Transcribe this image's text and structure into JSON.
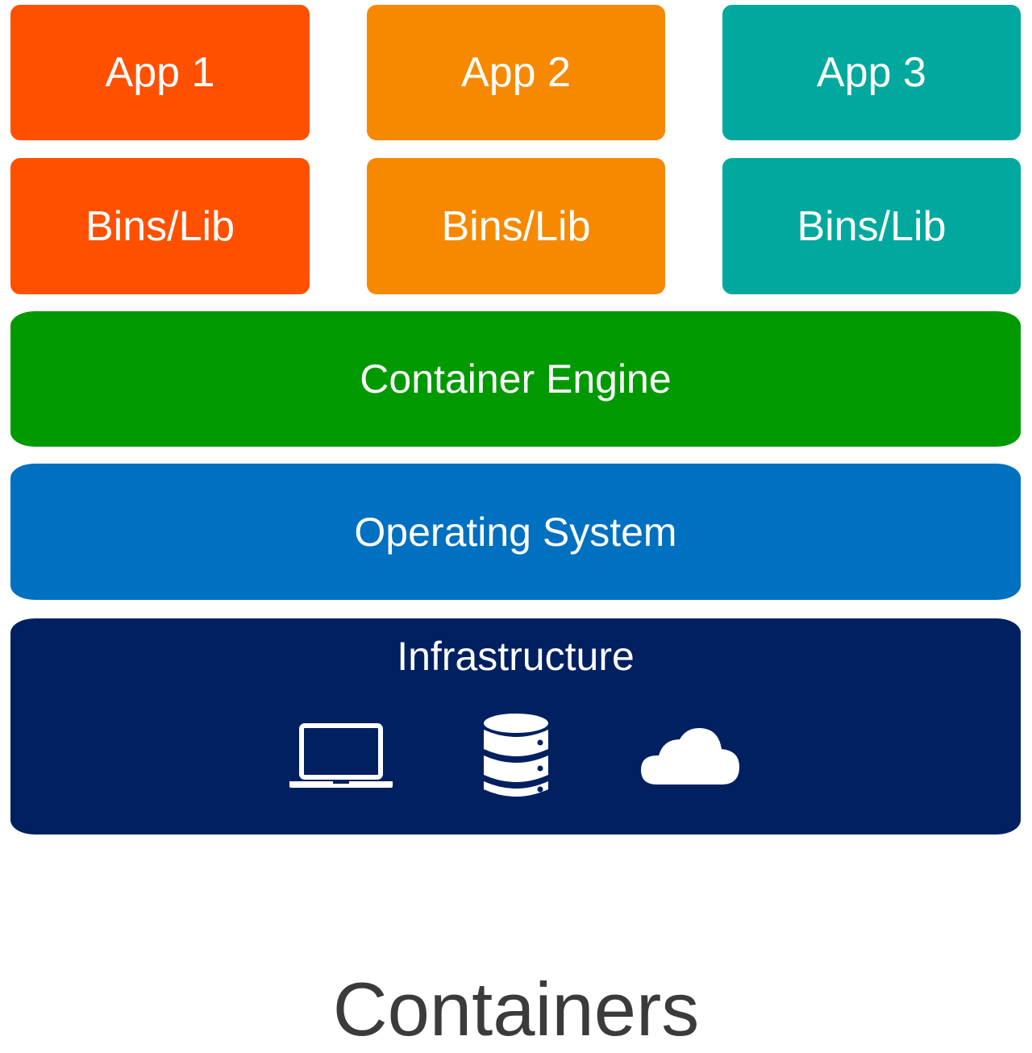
{
  "colors": {
    "app1": "#ff5000",
    "app2": "#f68900",
    "app3": "#00a89d",
    "engine": "#009a00",
    "os": "#0070c0",
    "infrastructure": "#002060",
    "caption": "#3b3b3b"
  },
  "apps": [
    {
      "app_label": "App 1",
      "bins_label": "Bins/Lib"
    },
    {
      "app_label": "App 2",
      "bins_label": "Bins/Lib"
    },
    {
      "app_label": "App 3",
      "bins_label": "Bins/Lib"
    }
  ],
  "layers": {
    "engine": "Container Engine",
    "os": "Operating System",
    "infrastructure": "Infrastructure"
  },
  "infrastructure_icons": [
    "laptop-icon",
    "database-icon",
    "cloud-icon"
  ],
  "caption": "Containers"
}
